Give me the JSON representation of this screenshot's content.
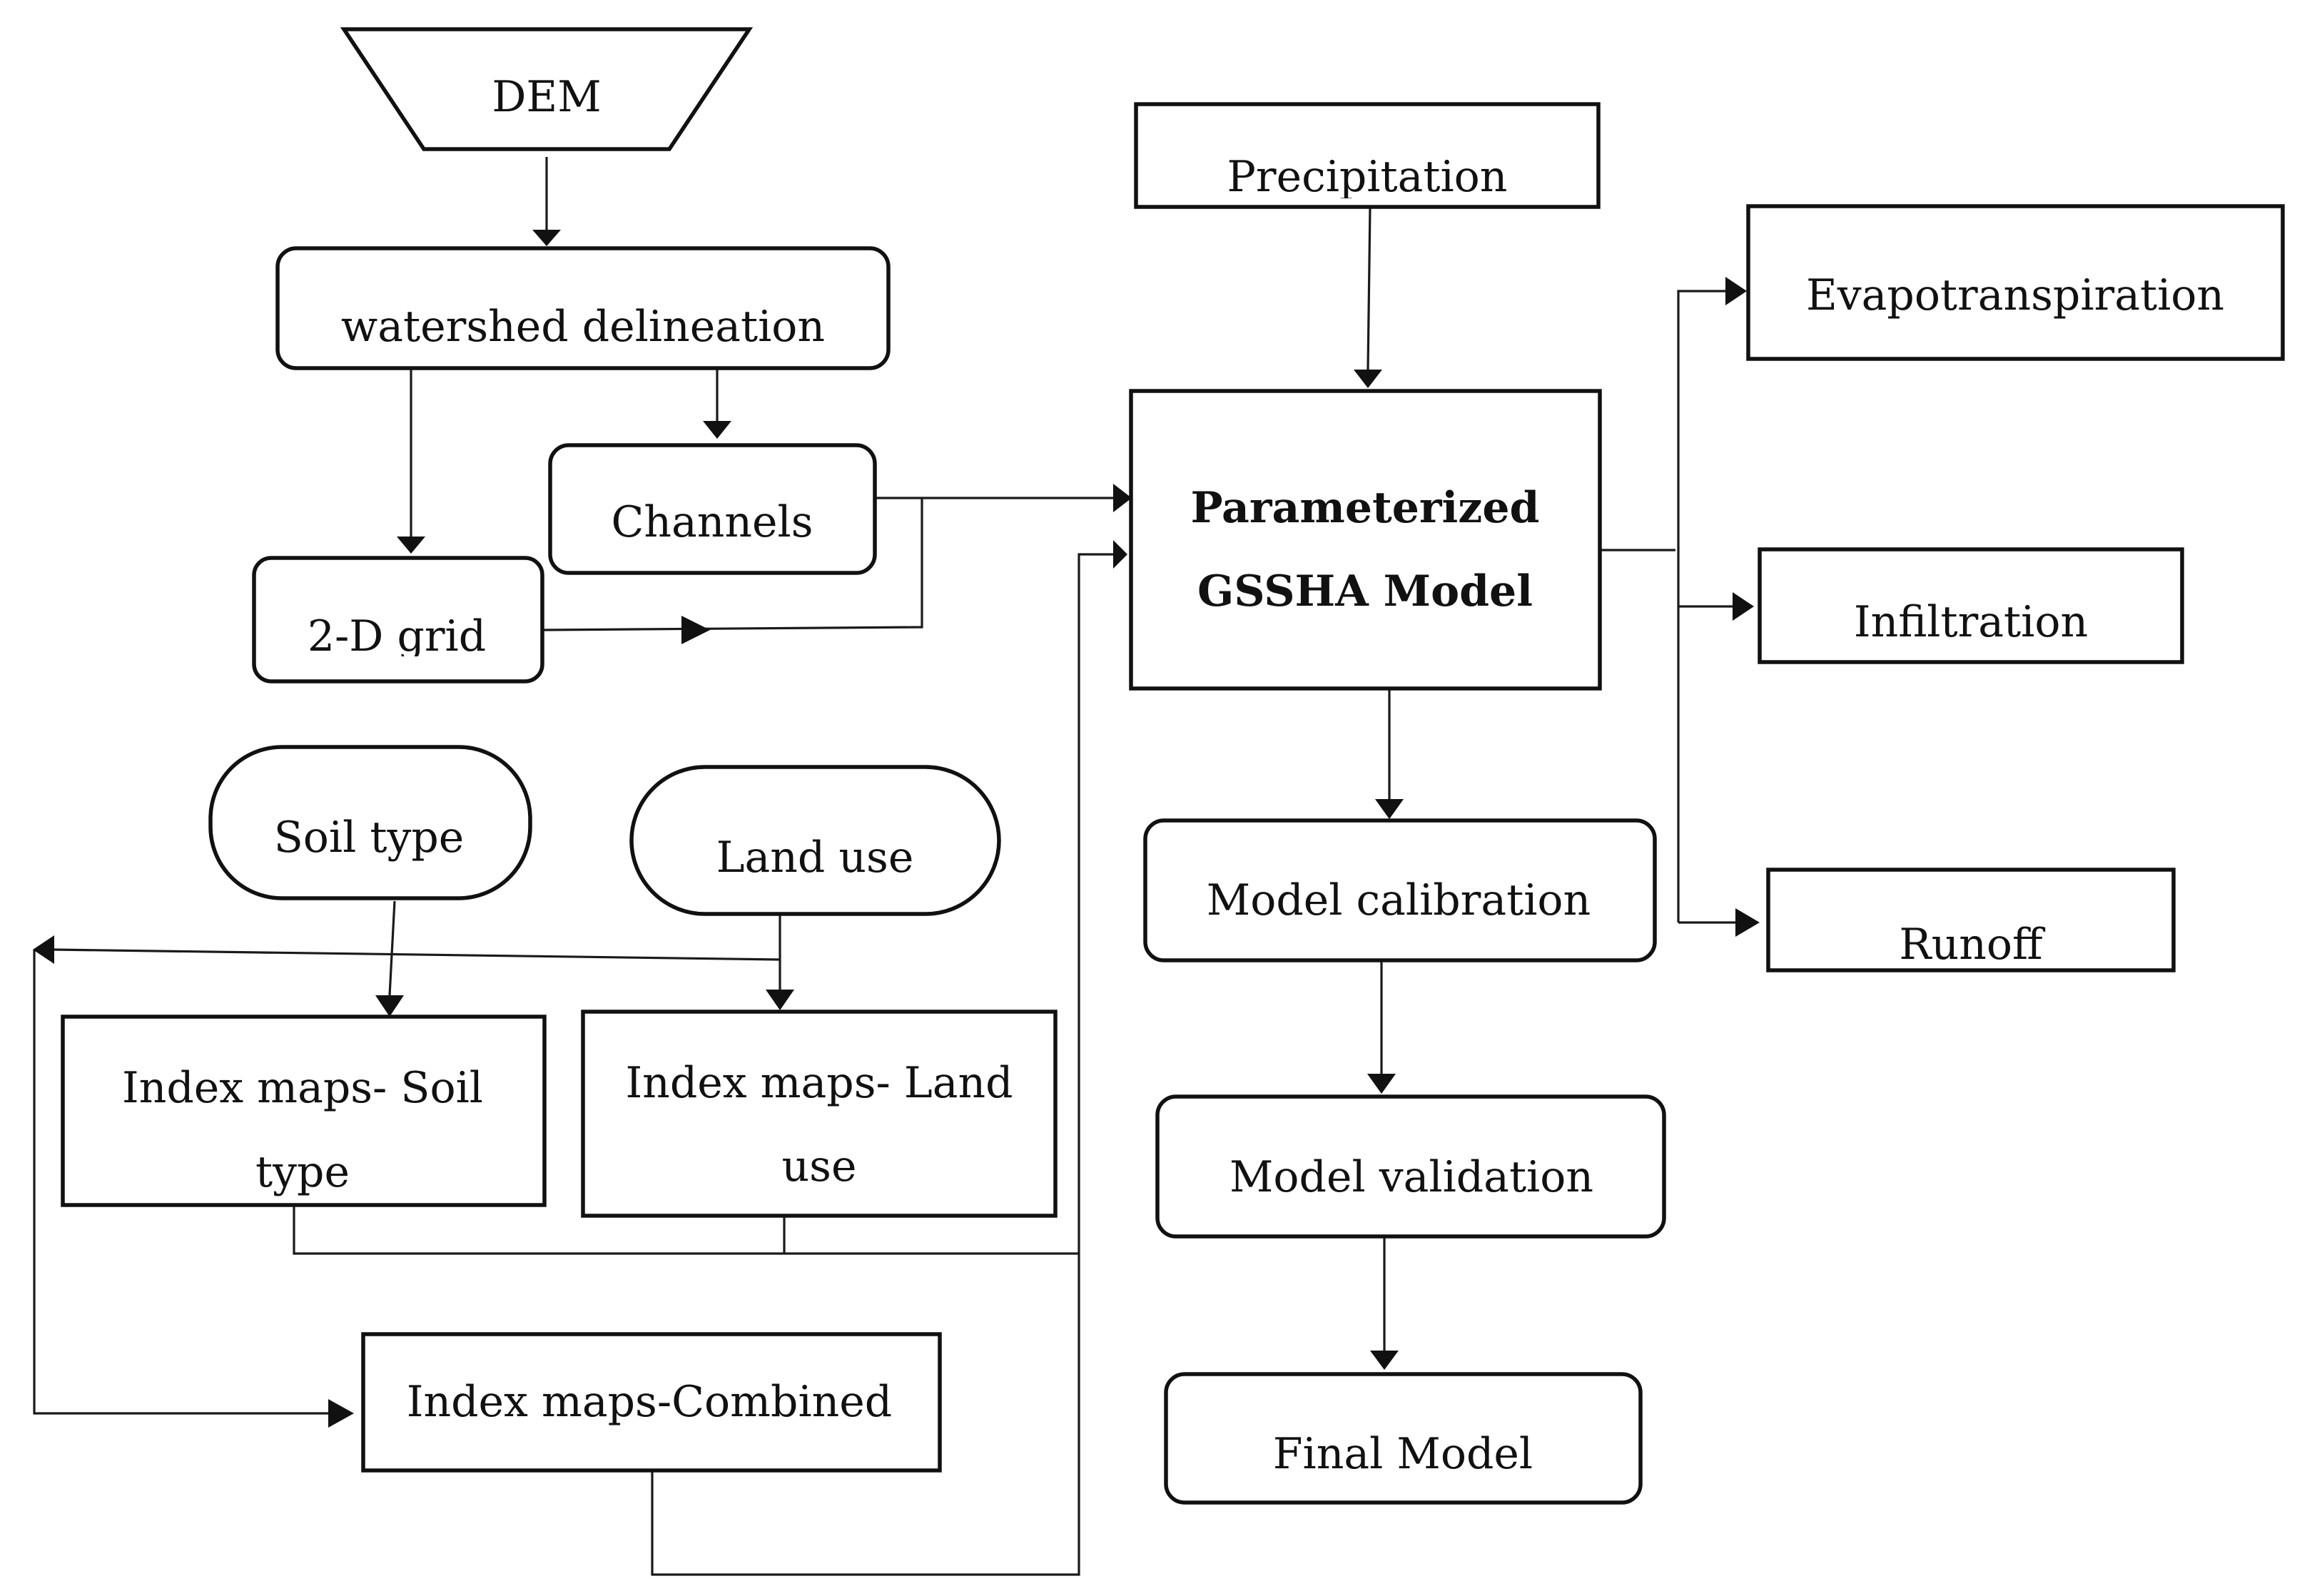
{
  "nodes": {
    "dem": "DEM",
    "watershed": "watershed delineation",
    "channels": "Channels",
    "grid2d": "2-D grid",
    "precipitation": "Precipitation",
    "model_line1": "Parameterized",
    "model_line2": "GSSHA Model",
    "evapotranspiration": "Evapotranspiration",
    "infiltration": "Infiltration",
    "runoff": "Runoff",
    "soil_type": "Soil type",
    "land_use": "Land use",
    "index_soil_line1": "Index maps- Soil",
    "index_soil_line2": "type",
    "index_land_line1": "Index maps- Land",
    "index_land_line2": "use",
    "index_combined": "Index maps-Combined",
    "calibration": "Model calibration",
    "validation": "Model validation",
    "final": "Final Model"
  }
}
